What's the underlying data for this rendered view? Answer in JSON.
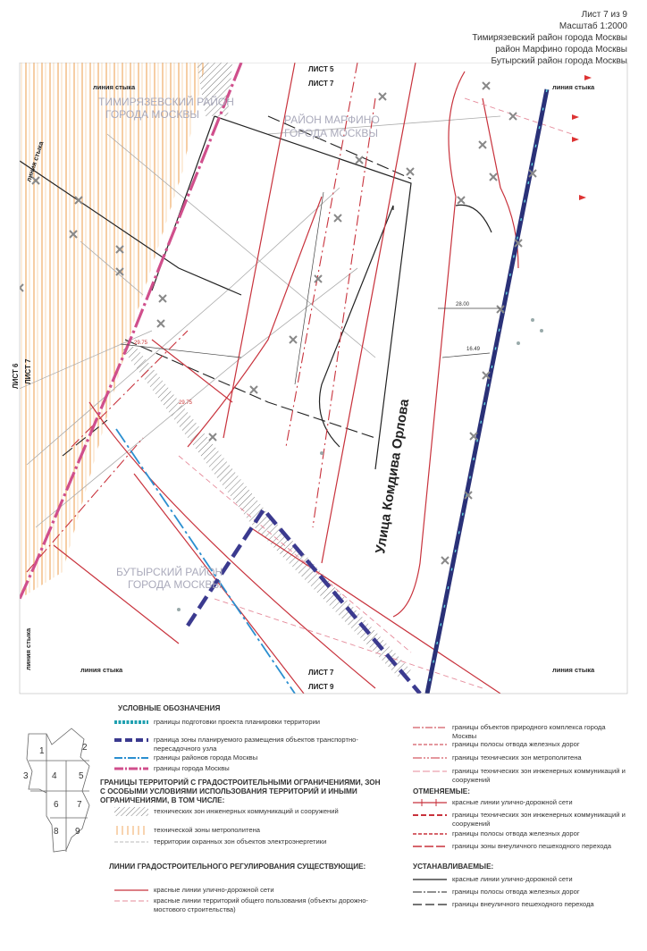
{
  "header": {
    "sheet": "Лист 7 из 9",
    "scale": "Масштаб 1:2000",
    "district1": "Тимирязевский район города Москвы",
    "district2": "район Марфино города Москвы",
    "district3": "Бутырский район города Москвы"
  },
  "map_labels": {
    "timiryazev_1": "ТИМИРЯЗЕВСКИЙ РАЙОН",
    "timiryazev_2": "ГОРОДА МОСКВЫ",
    "marfino_1": "РАЙОН МАРФИНО",
    "marfino_2": "ГОРОДА МОСКВЫ",
    "butyrsky_1": "БУТЫРСКИЙ РАЙОН",
    "butyrsky_2": "ГОРОДА МОСКВЫ",
    "street": "Улица Комдива Орлова",
    "sheet5": "ЛИСТ 5",
    "sheet7_top": "ЛИСТ 7",
    "sheet7_bottom": "ЛИСТ 7",
    "sheet9": "ЛИСТ 9",
    "sheet6": "ЛИСТ 6",
    "sheet7_left": "ЛИСТ 7",
    "junction": "линия стыка",
    "dim1": "28.00",
    "dim2": "16.49",
    "dim3": "29.75",
    "dim4": "29.75"
  },
  "keymap": {
    "cells": [
      "1",
      "2",
      "3",
      "4",
      "5",
      "6",
      "7",
      "8",
      "9"
    ]
  },
  "legend": {
    "title": "УСЛОВНЫЕ ОБОЗНАЧЕНИЯ",
    "items_main": [
      "границы подготовки проекта планировки территории",
      "граница зоны планируемого размещения объектов транспортно-пересадочного узла",
      "границы районов города Москвы",
      "границы города Москвы"
    ],
    "restricted_title": "ГРАНИЦЫ ТЕРРИТОРИЙ С ГРАДОСТРОИТЕЛЬНЫМИ ОГРАНИЧЕНИЯМИ, ЗОН С ОСОБЫМИ УСЛОВИЯМИ ИСПОЛЬЗОВАНИЯ ТЕРРИТОРИЙ И ИНЫМИ ОГРАНИЧЕНИЯМИ, В ТОМ ЧИСЛЕ:",
    "items_restricted": [
      "технических зон инженерных коммуникаций и сооружений",
      "технической зоны метрополитена",
      "территории охранных зон объектов электроэнергетики"
    ],
    "regulation_title": "ЛИНИИ ГРАДОСТРОИТЕЛЬНОГО РЕГУЛИРОВАНИЯ СУЩЕСТВУЮЩИЕ:",
    "items_existing": [
      "красные линии улично-дорожной сети",
      "красные линии территорий общего пользования (объекты дорожно-мостового строительства)"
    ],
    "items_right_top": [
      "границы объектов природного комплекса города Москвы",
      "границы полосы отвода железных дорог",
      "границы технических зон метрополитена",
      "границы технических зон инженерных коммуникаций и сооружений"
    ],
    "cancelled_title": "ОТМЕНЯЕМЫЕ:",
    "items_cancelled": [
      "красные линии улично-дорожной сети",
      "границы технических зон инженерных коммуникаций и сооружений",
      "границы полосы отвода железных дорог",
      "границы зоны внеуличного пешеходного перехода"
    ],
    "established_title": "УСТАНАВЛИВАЕМЫЕ:",
    "items_established": [
      "красные линии улично-дорожной сети",
      "границы полосы отвода железных дорог",
      "границы внеуличного пешеходного перехода"
    ]
  },
  "colors": {
    "red_line": "#c8323c",
    "pink_border": "#d04f8c",
    "navy_zone": "#3b3a8f",
    "district_border": "#2b8fd0",
    "metro_hatch": "#e8a060",
    "project_border": "#20a0b0"
  }
}
